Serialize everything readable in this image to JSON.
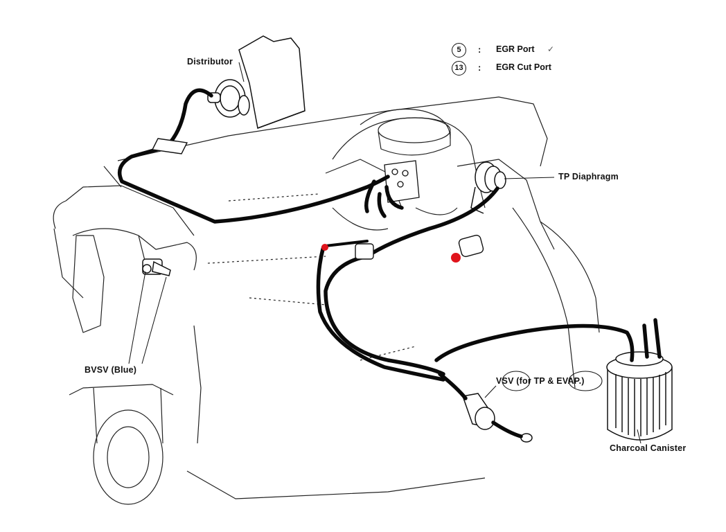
{
  "legend": [
    {
      "number": "5",
      "text": "EGR Port"
    },
    {
      "number": "13",
      "text": "EGR Cut Port"
    }
  ],
  "labels": {
    "distributor": "Distributor",
    "tp_diaphragm": "TP Diaphragm",
    "bvsv": "BVSV (Blue)",
    "vsv": "VSV (for TP & EVAP.)",
    "charcoal_canister": "Charcoal Canister"
  },
  "colors": {
    "line": "#111111",
    "hose": "#0a0a0a",
    "port_marker": "#e0141c"
  }
}
